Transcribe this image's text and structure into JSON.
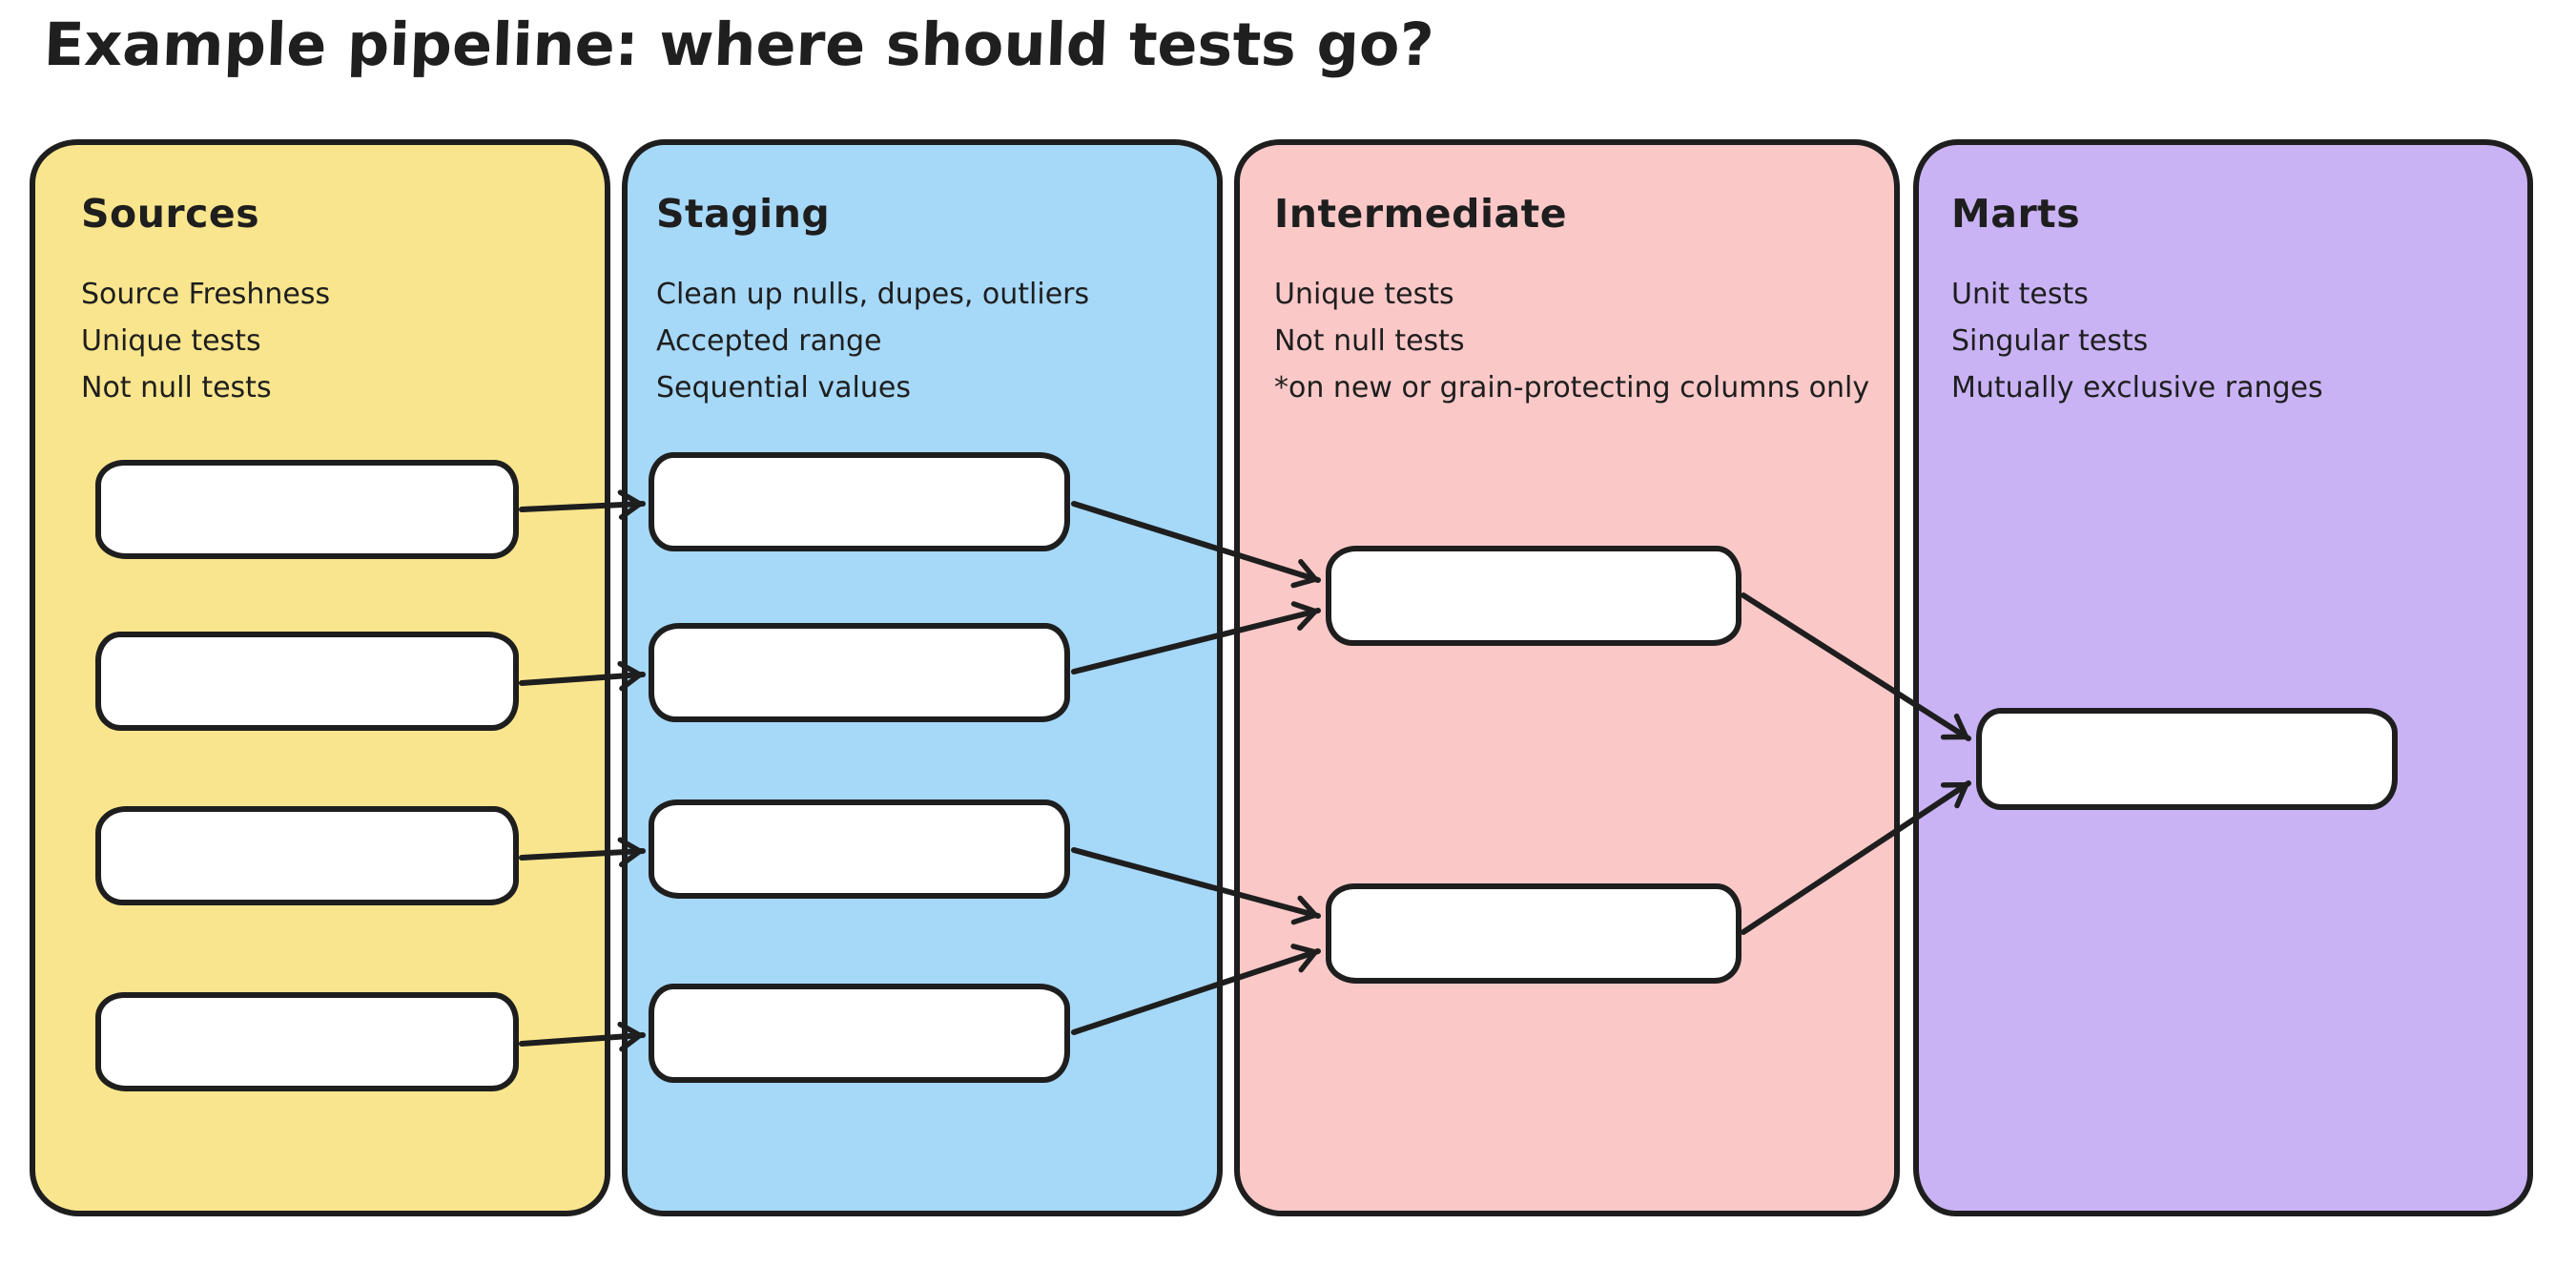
{
  "title": "Example pipeline: where should tests go?",
  "colors": {
    "stroke": "#1e1e1e",
    "sources_bg": "#F9E58D",
    "staging_bg": "#A6D8F8",
    "intermediate_bg": "#FBC8C8",
    "marts_bg": "#C9B3F5",
    "node_bg": "#ffffff",
    "page_bg": "#ffffff"
  },
  "columns": [
    {
      "id": "sources",
      "title": "Sources",
      "notes": [
        "Source Freshness",
        "Unique tests",
        "Not null tests"
      ],
      "node_count": 4
    },
    {
      "id": "staging",
      "title": "Staging",
      "notes": [
        "Clean up nulls, dupes, outliers",
        "Accepted range",
        "Sequential values"
      ],
      "node_count": 4
    },
    {
      "id": "intermediate",
      "title": "Intermediate",
      "notes": [
        "Unique tests",
        "Not null tests",
        "*on new or grain-protecting columns only"
      ],
      "node_count": 2
    },
    {
      "id": "marts",
      "title": "Marts",
      "notes": [
        "Unit tests",
        "Singular tests",
        "Mutually exclusive ranges"
      ],
      "node_count": 1
    }
  ],
  "edges": [
    {
      "from": "source-node-1",
      "to": "staging-node-1"
    },
    {
      "from": "source-node-2",
      "to": "staging-node-2"
    },
    {
      "from": "source-node-3",
      "to": "staging-node-3"
    },
    {
      "from": "source-node-4",
      "to": "staging-node-4"
    },
    {
      "from": "staging-node-1",
      "to": "intermediate-node-1"
    },
    {
      "from": "staging-node-2",
      "to": "intermediate-node-1"
    },
    {
      "from": "staging-node-3",
      "to": "intermediate-node-2"
    },
    {
      "from": "staging-node-4",
      "to": "intermediate-node-2"
    },
    {
      "from": "intermediate-node-1",
      "to": "marts-node-1"
    },
    {
      "from": "intermediate-node-2",
      "to": "marts-node-1"
    }
  ]
}
